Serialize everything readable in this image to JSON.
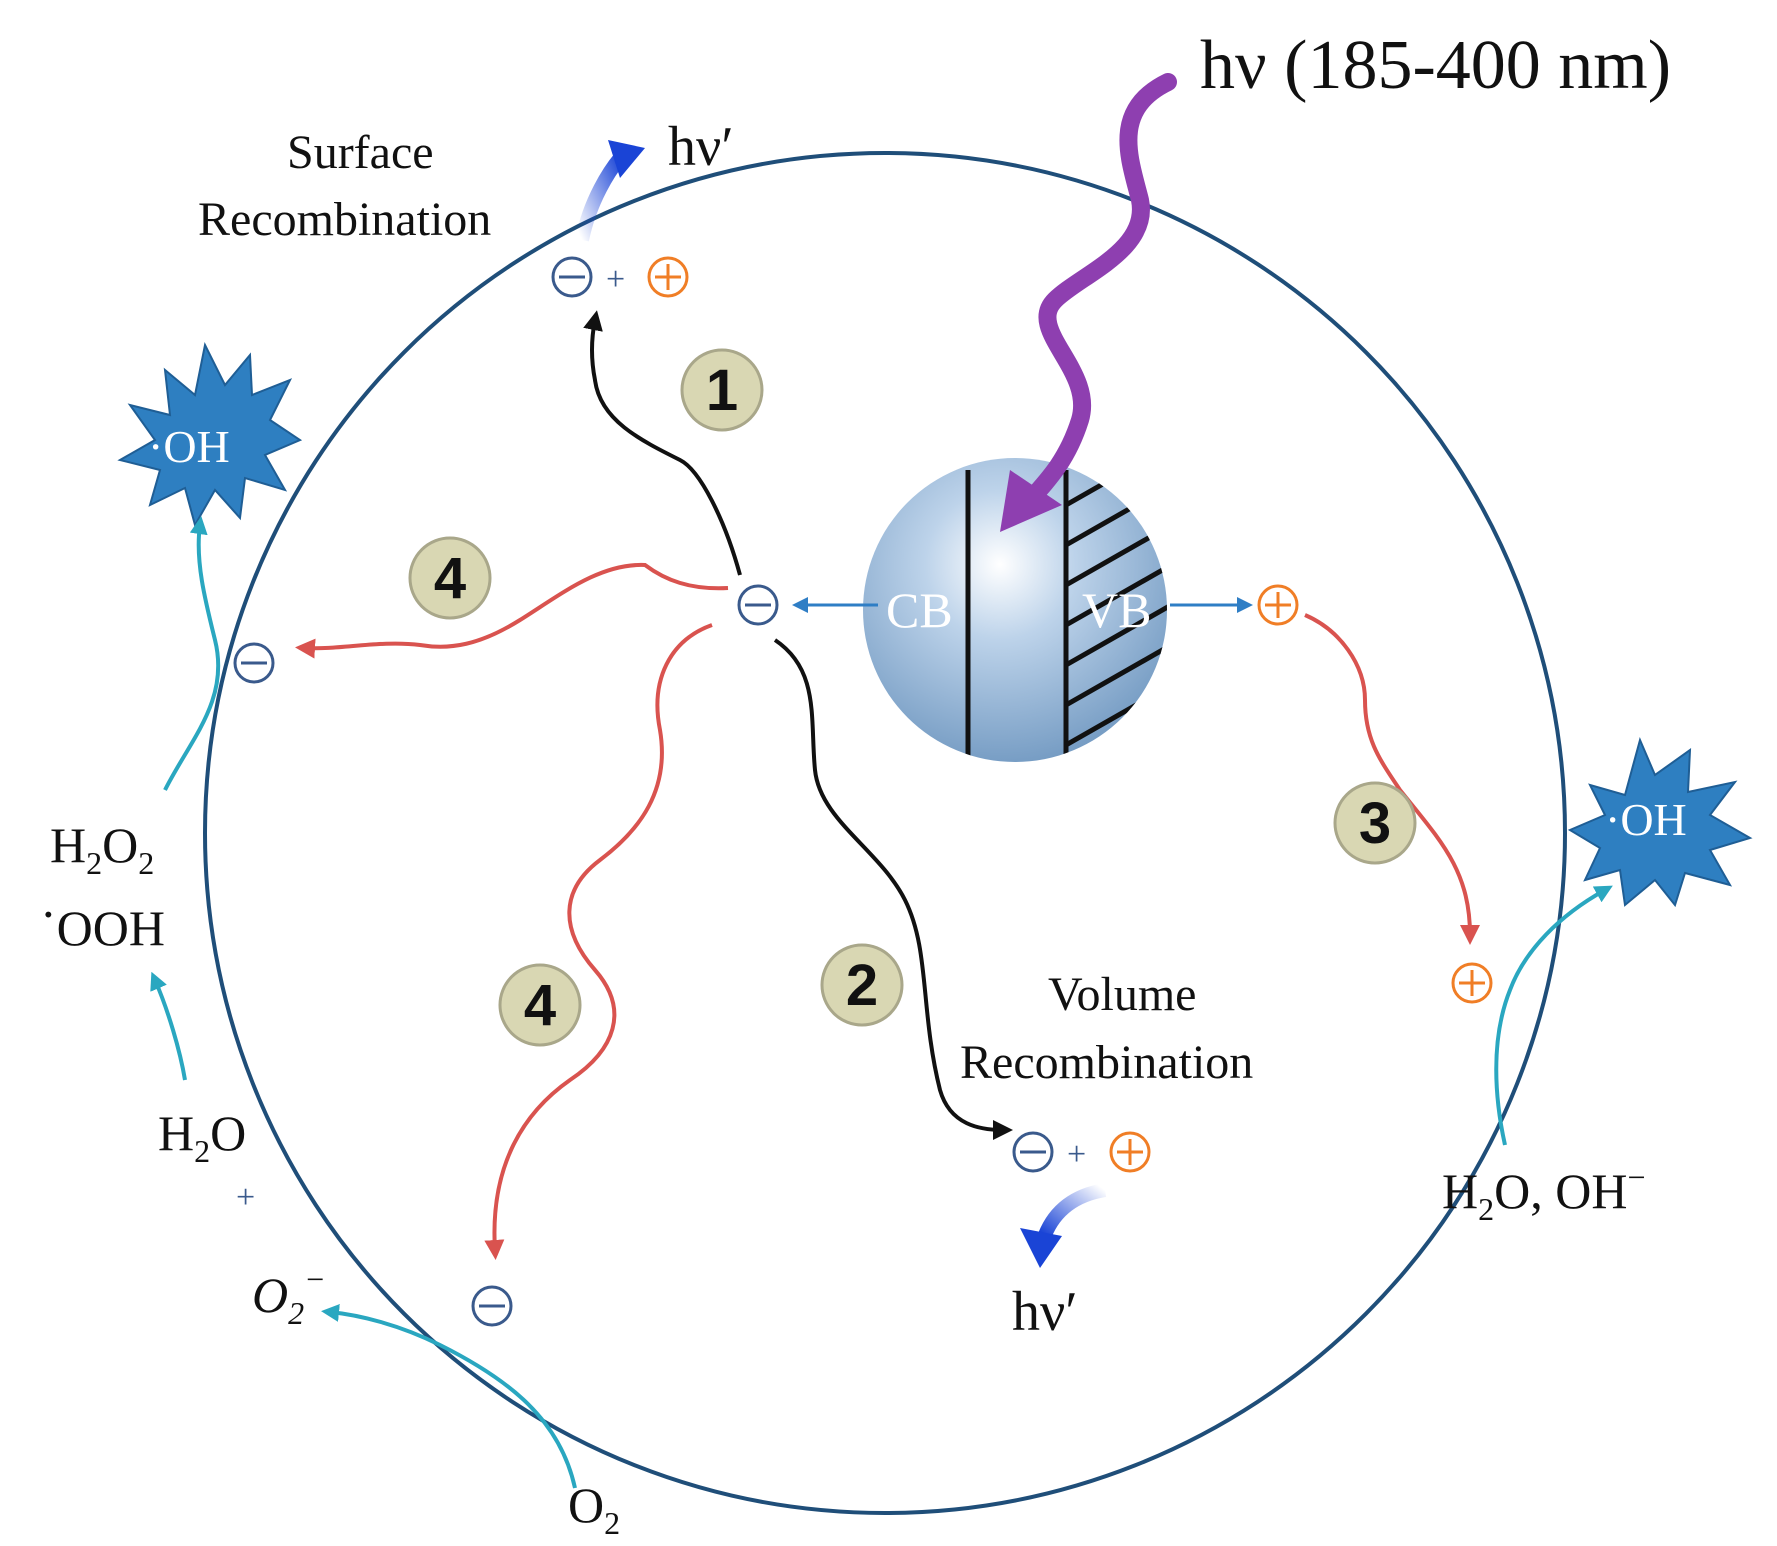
{
  "light": {
    "label": "hν (185-400 nm)"
  },
  "particle": {
    "cb_label": "CB",
    "vb_label": "VB"
  },
  "surface_recombination": {
    "line1": "Surface",
    "line2": "Recombination",
    "emission": "hν′"
  },
  "volume_recombination": {
    "line1": "Volume",
    "line2": "Recombination",
    "emission": "hν′"
  },
  "pair_plus": "+",
  "steps": {
    "one": "1",
    "two": "2",
    "three": "3",
    "four_a": "4",
    "four_b": "4"
  },
  "radicals": {
    "oh_left": "·OH",
    "oh_right": "·OH"
  },
  "left_species": {
    "h2o2": {
      "base": "H",
      "sub1": "2",
      "mid": "O",
      "sub2": "2"
    },
    "ooh": {
      "dot": "·",
      "text": "OOH"
    },
    "h2o": {
      "base": "H",
      "sub": "2",
      "tail": "O"
    },
    "plus": "+",
    "superoxide": {
      "base": "O",
      "sub": "2",
      "sup": "−"
    },
    "o2": {
      "base": "O",
      "sub": "2"
    }
  },
  "right_species": {
    "base": "H",
    "sub": "2",
    "tail": "O, OH",
    "sup": "−"
  },
  "colors": {
    "circle": "#1f4e79",
    "electron": "#3a5a8c",
    "hole": "#f07e26",
    "red_path": "#d9534f",
    "black_path": "#111111",
    "teal_path": "#2aa7c0",
    "light_wave": "#8e3fb0",
    "emission_arrow": "#1a44d6",
    "star": "#2e7fc1"
  }
}
